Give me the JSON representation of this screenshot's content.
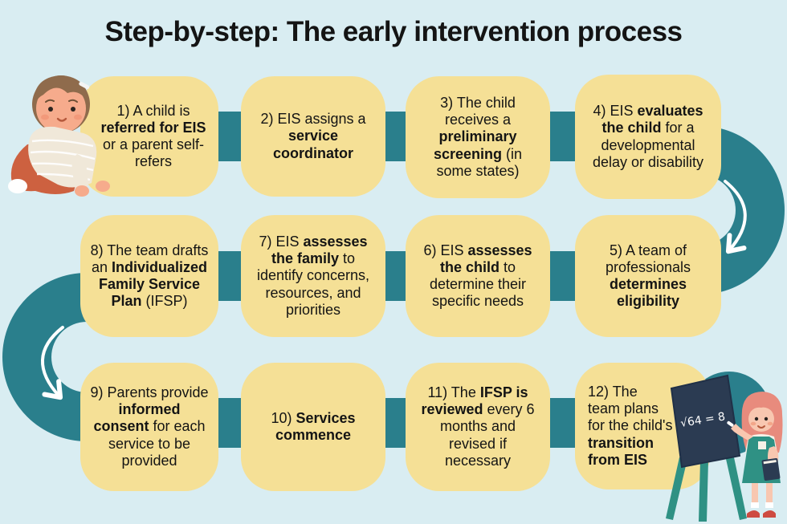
{
  "title": "Step-by-step: The early intervention process",
  "colors": {
    "background": "#d9edf2",
    "box": "#f5e096",
    "path": "#2a7f8c",
    "ink": "#141414",
    "arrow": "#ffffff"
  },
  "steps": [
    {
      "segments": [
        {
          "t": "1) A child is ",
          "b": false
        },
        {
          "t": "referred for EIS",
          "b": true
        },
        {
          "t": " or a parent self-refers",
          "b": false
        }
      ]
    },
    {
      "segments": [
        {
          "t": "2) EIS assigns a ",
          "b": false
        },
        {
          "t": "service coordinator",
          "b": true
        }
      ]
    },
    {
      "segments": [
        {
          "t": "3) The child receives a ",
          "b": false
        },
        {
          "t": "preliminary screening",
          "b": true
        },
        {
          "t": " (in some states)",
          "b": false
        }
      ]
    },
    {
      "segments": [
        {
          "t": "4) EIS ",
          "b": false
        },
        {
          "t": "evaluates the child",
          "b": true
        },
        {
          "t": " for a developmental delay or disability",
          "b": false
        }
      ]
    },
    {
      "segments": [
        {
          "t": "5) A team of professionals ",
          "b": false
        },
        {
          "t": "determines eligibility",
          "b": true
        }
      ]
    },
    {
      "segments": [
        {
          "t": "6) EIS ",
          "b": false
        },
        {
          "t": "assesses the child",
          "b": true
        },
        {
          "t": " to determine their specific needs",
          "b": false
        }
      ]
    },
    {
      "segments": [
        {
          "t": "7) EIS ",
          "b": false
        },
        {
          "t": "assesses the family",
          "b": true
        },
        {
          "t": " to identify concerns, resources, and priorities",
          "b": false
        }
      ]
    },
    {
      "segments": [
        {
          "t": "8) The team drafts an ",
          "b": false
        },
        {
          "t": "Individualized Family Service Plan",
          "b": true
        },
        {
          "t": " (IFSP)",
          "b": false
        }
      ]
    },
    {
      "segments": [
        {
          "t": "9) Parents provide ",
          "b": false
        },
        {
          "t": "informed consent",
          "b": true
        },
        {
          "t": " for each service to be provided",
          "b": false
        }
      ]
    },
    {
      "segments": [
        {
          "t": "10) ",
          "b": false
        },
        {
          "t": "Services commence",
          "b": true
        }
      ]
    },
    {
      "segments": [
        {
          "t": "11) The ",
          "b": false
        },
        {
          "t": "IFSP is reviewed",
          "b": true
        },
        {
          "t": " every 6 months and revised if necessary",
          "b": false
        }
      ]
    },
    {
      "segments": [
        {
          "t": "12) The team plans for the child's ",
          "b": false
        },
        {
          "t": "transition from EIS",
          "b": true
        }
      ]
    }
  ],
  "illustrations": {
    "baby": "crawling-baby",
    "girl": "girl-writing-on-chalkboard",
    "chalkboard_text": "√64 = 8"
  }
}
